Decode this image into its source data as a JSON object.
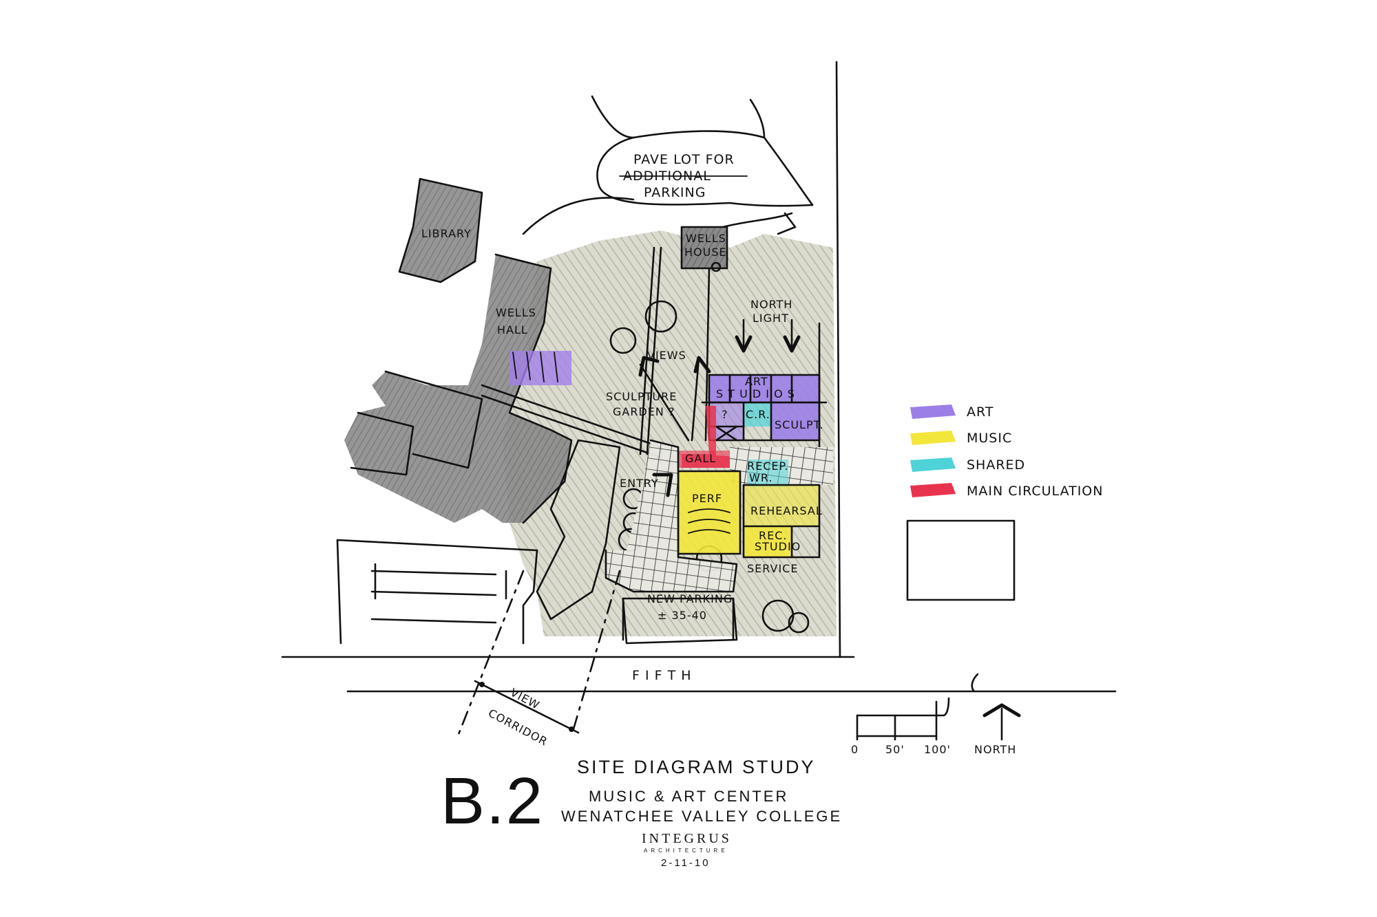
{
  "diagram": {
    "labels": {
      "parking_lot": "PAVE LOT FOR",
      "parking_lot_2": "ADDITIONAL",
      "parking_lot_3": "PARKING",
      "library": "LIBRARY",
      "wells_house_1": "WELLS",
      "wells_house_2": "HOUSE",
      "wells_hall_1": "WELLS",
      "wells_hall_2": "HALL",
      "north_light_1": "NORTH",
      "north_light_2": "LIGHT",
      "views": "VIEWS",
      "sculpture_garden_1": "SCULPTURE",
      "sculpture_garden_2": "GARDEN ?",
      "art_studios_1": "ART",
      "art_studios_2": "S T U D I O S",
      "question": "?",
      "cr": "C.R.",
      "sculpt": "SCULPT.",
      "gall": "GALL",
      "recep": "RECEP.",
      "wr": "WR.",
      "entry": "ENTRY",
      "perf": "PERF",
      "rehearsal": "REHEARSAL",
      "rec_studio_1": "REC.",
      "rec_studio_2": "STUDIO",
      "service": "SERVICE",
      "new_parking_1": "NEW PARKING",
      "new_parking_2": "± 35-40",
      "fifth": "F I F T H",
      "view_corridor_1": "VIEW",
      "view_corridor_2": "CORRIDOR",
      "scale_0": "0",
      "scale_50": "50'",
      "scale_100": "100'",
      "north": "NORTH"
    },
    "legend": [
      {
        "label": "ART",
        "color": "#9b7fe6"
      },
      {
        "label": "MUSIC",
        "color": "#f2e63a"
      },
      {
        "label": "SHARED",
        "color": "#4ed3d8"
      },
      {
        "label": "MAIN CIRCULATION",
        "color": "#e8334f"
      }
    ],
    "colors": {
      "site_wash": "#b7b6a0",
      "existing_building": "#7a7a7a"
    }
  },
  "title_block": {
    "code": "B.2",
    "title": "SITE DIAGRAM STUDY",
    "subtitle_1": "MUSIC & ART CENTER",
    "subtitle_2": "WENATCHEE VALLEY COLLEGE",
    "firm": "INTEGRUS",
    "firm_sub": "ARCHITECTURE",
    "date": "2-11-10"
  }
}
